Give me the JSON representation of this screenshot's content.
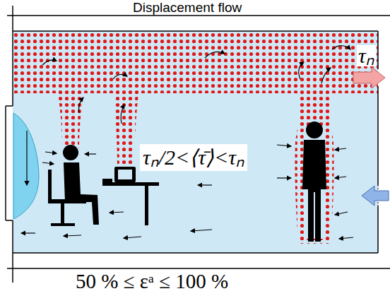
{
  "diagram": {
    "title": "Displacement flow",
    "caption": "50 % ≤ εᵃ ≤ 100 %",
    "labels": [
      "τₙ",
      "τₙ/2<⟨τ̄⟩<τₙ"
    ]
  }
}
